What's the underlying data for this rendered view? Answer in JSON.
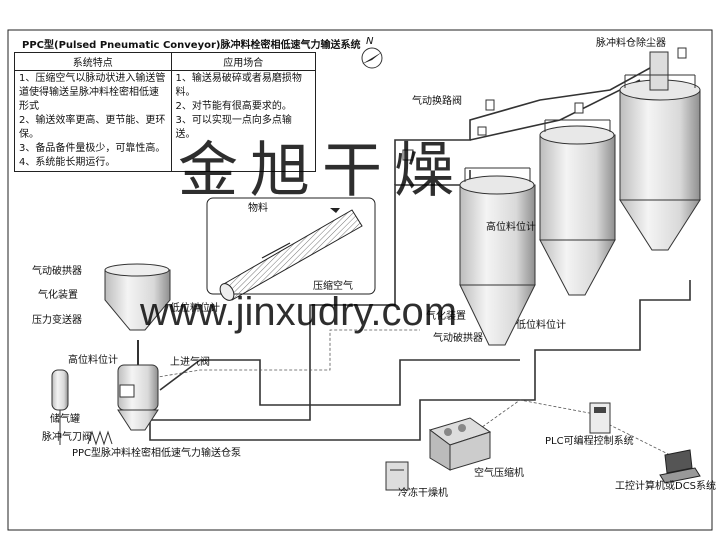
{
  "title": "PPC型(Pulsed Pneumatic Conveyor)脉冲料栓密相低速气力输送系统",
  "table": {
    "headers": [
      "系统特点",
      "应用场合"
    ],
    "features": [
      "1、压缩空气以脉动状进入输送管道使得输送呈脉冲料栓密相低速形式",
      "2、输送效率更高、更节能、更环保。",
      "3、备品备件量极少，可靠性高。",
      "4、系统能长期运行。"
    ],
    "applications": [
      "1、输送易破碎或者易磨损物料。",
      "2、对节能有很高要求的。",
      "3、可以实现一点向多点输送。"
    ]
  },
  "labels": {
    "dust_collector": "脉冲料仓除尘器",
    "switch_valve": "气动换路阀",
    "high_level_top": "高位料位计",
    "material": "物料",
    "compressed_air": "压缩空气",
    "arch_breaker_left": "气动破拱器",
    "fluidizer_left": "气化装置",
    "pressure_transmitter": "压力变送器",
    "low_level_left": "低位料位计",
    "high_level_left": "高位料位计",
    "upper_inlet_valve": "上进气阀",
    "air_tank": "储气罐",
    "pulse_valve": "脉冲气刀阀",
    "pump": "PPC型脉冲料栓密相低速气力输送仓泵",
    "fluidizer_right": "气化装置",
    "arch_breaker_right": "气动破拱器",
    "low_level_right": "低位料位计",
    "plc": "PLC可编程控制系统",
    "compressor": "空气压缩机",
    "dryer": "冷冻干燥机",
    "computer": "工控计算机或DCS系统",
    "north": "N"
  },
  "watermark": {
    "brand": "金旭干燥",
    "url": "www.jinxudry.com"
  }
}
